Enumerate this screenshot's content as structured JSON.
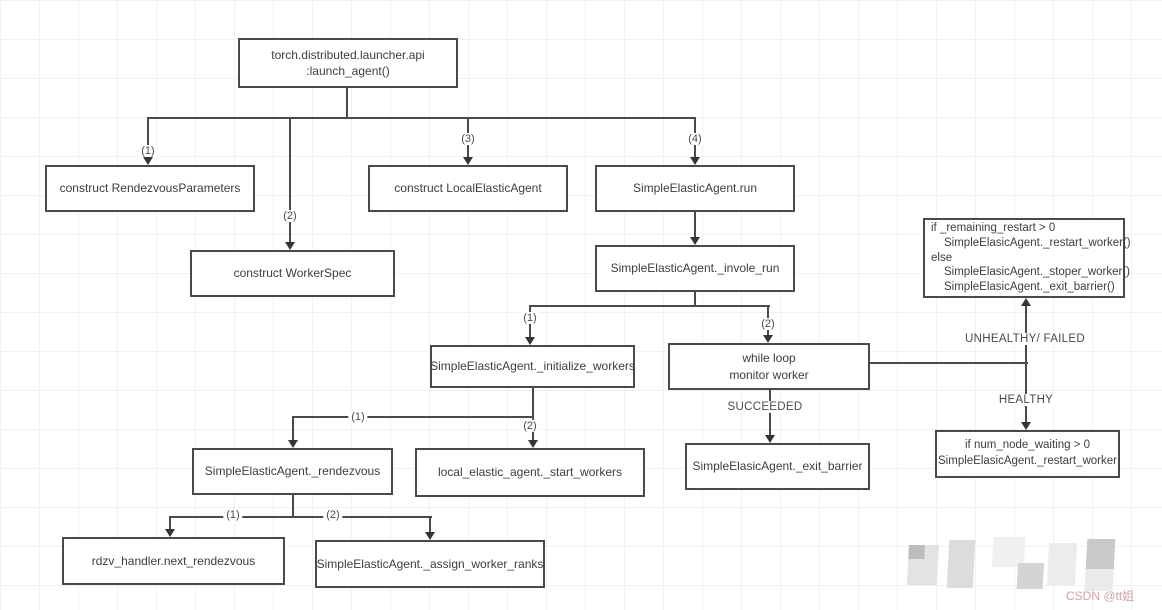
{
  "diagram": {
    "title": "torch elastic launch_agent flowchart",
    "nodes": {
      "launch_agent": {
        "lines": [
          "torch.distributed.launcher.api",
          ":launch_agent()"
        ]
      },
      "construct_rendezvous_parameters": {
        "label": "construct RendezvousParameters"
      },
      "construct_workerspec": {
        "label": "construct WorkerSpec"
      },
      "construct_localelasticagent": {
        "label": "construct LocalElasticAgent"
      },
      "run": {
        "label": "SimpleElasticAgent.run"
      },
      "invole_run": {
        "label": "SimpleElasticAgent._invole_run"
      },
      "initialize_workers": {
        "label": "SimpleElasticAgent._initialize_workers"
      },
      "while_loop": {
        "lines": [
          "while loop",
          "monitor worker"
        ]
      },
      "restart_logic": {
        "lines": [
          "if _remaining_restart > 0",
          "SimpleElasicAgent._restart_worker()",
          "else",
          "SimpleElasicAgent._stoper_worker()",
          "SimpleElasicAgent._exit_barrier()"
        ]
      },
      "rendezvous": {
        "label": "SimpleElasticAgent._rendezvous"
      },
      "start_workers": {
        "label": "local_elastic_agent._start_workers"
      },
      "exit_barrier": {
        "label": "SimpleElasicAgent._exit_barrier"
      },
      "num_node_waiting": {
        "lines": [
          "if num_node_waiting > 0",
          "SimpleElasicAgent._restart_worker"
        ]
      },
      "rdzv_handler": {
        "label": "rdzv_handler.next_rendezvous"
      },
      "assign_worker_ranks": {
        "label": "SimpleElasticAgent._assign_worker_ranks"
      }
    },
    "edge_labels": {
      "branch_1": "(1)",
      "branch_2": "(2)",
      "branch_3": "(3)",
      "branch_4": "(4)",
      "invoke_1": "(1)",
      "invoke_2": "(2)",
      "init_1": "(1)",
      "init_2": "(2)",
      "rdv_1": "(1)",
      "rdv_2": "(2)",
      "unhealthy": "UNHEALTHY/ FAILED",
      "healthy": "HEALTHY",
      "succeeded": "SUCCEEDED"
    },
    "colors": {
      "line": "#4a4a4a",
      "box_border": "#4a4a4a",
      "text": "#3d3d3d",
      "grid": "#f1f1f1",
      "watermark_text": "#cfa4a4"
    }
  },
  "watermark": {
    "text": "CSDN @tt姐"
  }
}
